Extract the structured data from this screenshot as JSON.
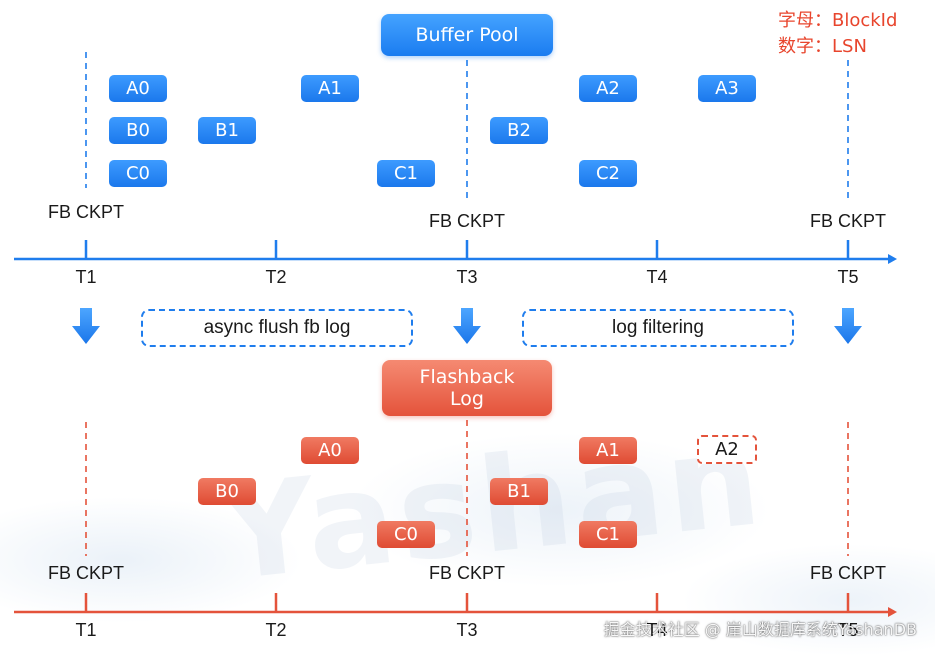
{
  "header": {
    "buffer_pool_title": "Buffer Pool",
    "flashback_log_title": "Flashback\nLog"
  },
  "legend": {
    "line1": "字母：BlockId",
    "line2": "数字：LSN"
  },
  "buffer_pool": {
    "blocks": [
      {
        "label": "A0"
      },
      {
        "label": "A1"
      },
      {
        "label": "A2"
      },
      {
        "label": "A3"
      },
      {
        "label": "B0"
      },
      {
        "label": "B1"
      },
      {
        "label": "B2"
      },
      {
        "label": "C0"
      },
      {
        "label": "C1"
      },
      {
        "label": "C2"
      }
    ],
    "checkpoints": [
      "FB CKPT",
      "FB CKPT",
      "FB CKPT"
    ],
    "ticks": [
      "T1",
      "T2",
      "T3",
      "T4",
      "T5"
    ]
  },
  "processes": {
    "async_flush": "async flush fb log",
    "log_filtering": "log filtering"
  },
  "flashback_log": {
    "blocks": [
      {
        "label": "A0"
      },
      {
        "label": "A1"
      },
      {
        "label": "A2"
      },
      {
        "label": "B0"
      },
      {
        "label": "B1"
      },
      {
        "label": "C0"
      },
      {
        "label": "C1"
      }
    ],
    "checkpoints": [
      "FB CKPT",
      "FB CKPT",
      "FB CKPT"
    ],
    "ticks": [
      "T1",
      "T2",
      "T3",
      "T4",
      "T5"
    ]
  },
  "footer": {
    "credit": "掘金技术社区 @ 崖山数据库系统YashanDB"
  },
  "watermark": {
    "logo_text": "Yashan"
  },
  "colors": {
    "blue": "#1f7ded",
    "red": "#e4533b",
    "legend_red": "#e8452d"
  },
  "icons": {
    "down_arrow": "down-arrow-icon"
  }
}
